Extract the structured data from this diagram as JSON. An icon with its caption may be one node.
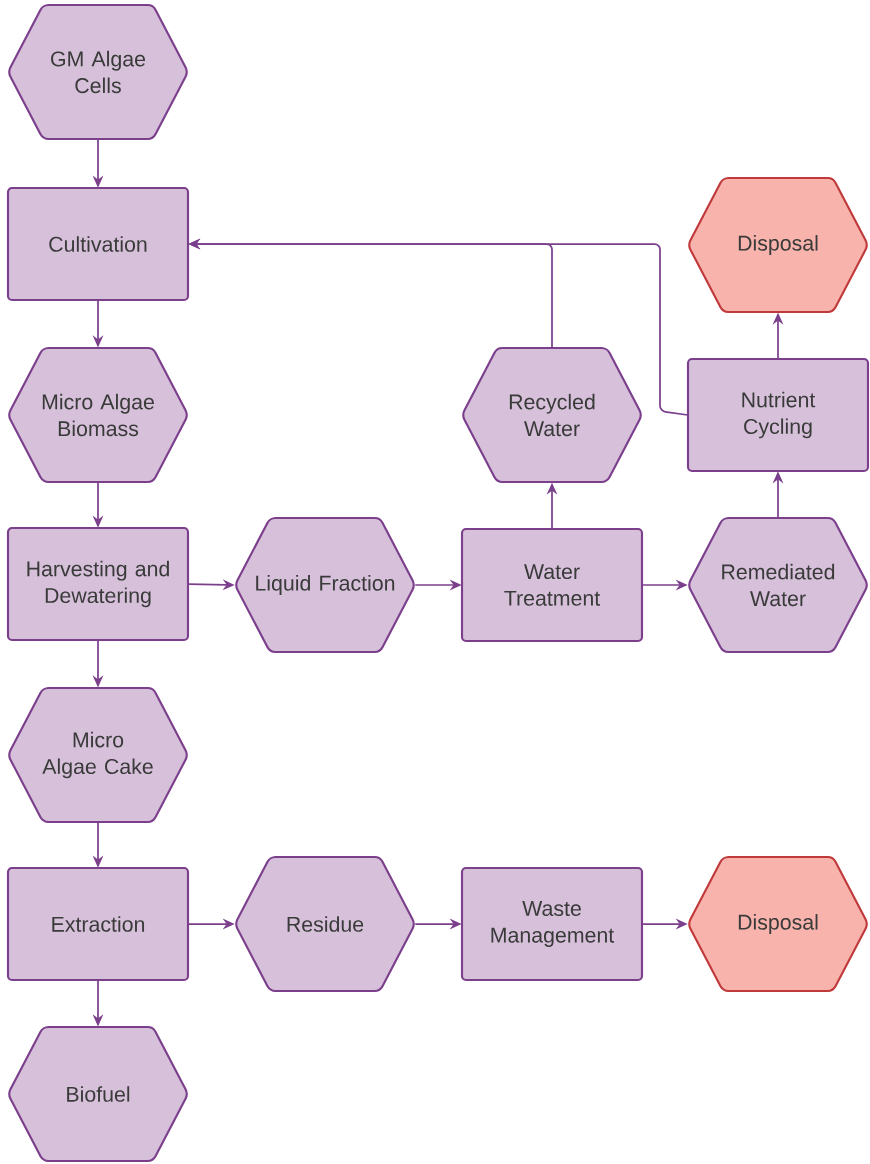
{
  "diagram": {
    "nodes": [
      {
        "text": [
          "GM Algae Cells"
        ]
      },
      {
        "text": [
          "Cultivation"
        ]
      },
      {
        "text": [
          "Micro Algae Biomass"
        ]
      },
      {
        "text": [
          "Harvesting and Dewatering"
        ]
      },
      {
        "text": [
          "Liquid Fraction"
        ]
      },
      {
        "text": [
          "Water Treatment"
        ]
      },
      {
        "text": [
          "Recycled Water"
        ]
      },
      {
        "text": [
          "Remediated Water"
        ]
      },
      {
        "text": [
          "Nutrient Cycling"
        ]
      },
      {
        "text": [
          "Disposal"
        ]
      },
      {
        "text": [
          "Micro Algae Cake"
        ]
      },
      {
        "text": [
          "Extraction"
        ]
      },
      {
        "text": [
          "Residue"
        ]
      },
      {
        "text": [
          "Waste Management"
        ]
      },
      {
        "text": [
          "Disposal"
        ]
      },
      {
        "text": [
          "Biofuel"
        ]
      }
    ],
    "edges": [
      {
        "from": 0,
        "to": 1,
        "arrow": "to"
      },
      {
        "from": 1,
        "to": 2,
        "arrow": "to"
      },
      {
        "from": 2,
        "to": 3,
        "arrow": "to"
      },
      {
        "from": 3,
        "to": 4,
        "arrow": "to"
      },
      {
        "from": 4,
        "to": 5,
        "arrow": "to"
      },
      {
        "from": 5,
        "to": 6,
        "arrow": "to"
      },
      {
        "from": 5,
        "to": 7,
        "arrow": "to"
      },
      {
        "from": 7,
        "to": 8,
        "arrow": "to"
      },
      {
        "from": 8,
        "to": 9,
        "arrow": "to"
      },
      {
        "from": 6,
        "to": 1,
        "arrow": "to"
      },
      {
        "from": 8,
        "to": 1,
        "arrow": "to"
      },
      {
        "from": 3,
        "to": 10,
        "arrow": "to"
      },
      {
        "from": 10,
        "to": 11,
        "arrow": "to"
      },
      {
        "from": 11,
        "to": 12,
        "arrow": "to"
      },
      {
        "from": 12,
        "to": 13,
        "arrow": "to"
      },
      {
        "from": 13,
        "to": 14,
        "arrow": "to"
      },
      {
        "from": 11,
        "to": 15,
        "arrow": "to"
      }
    ]
  }
}
